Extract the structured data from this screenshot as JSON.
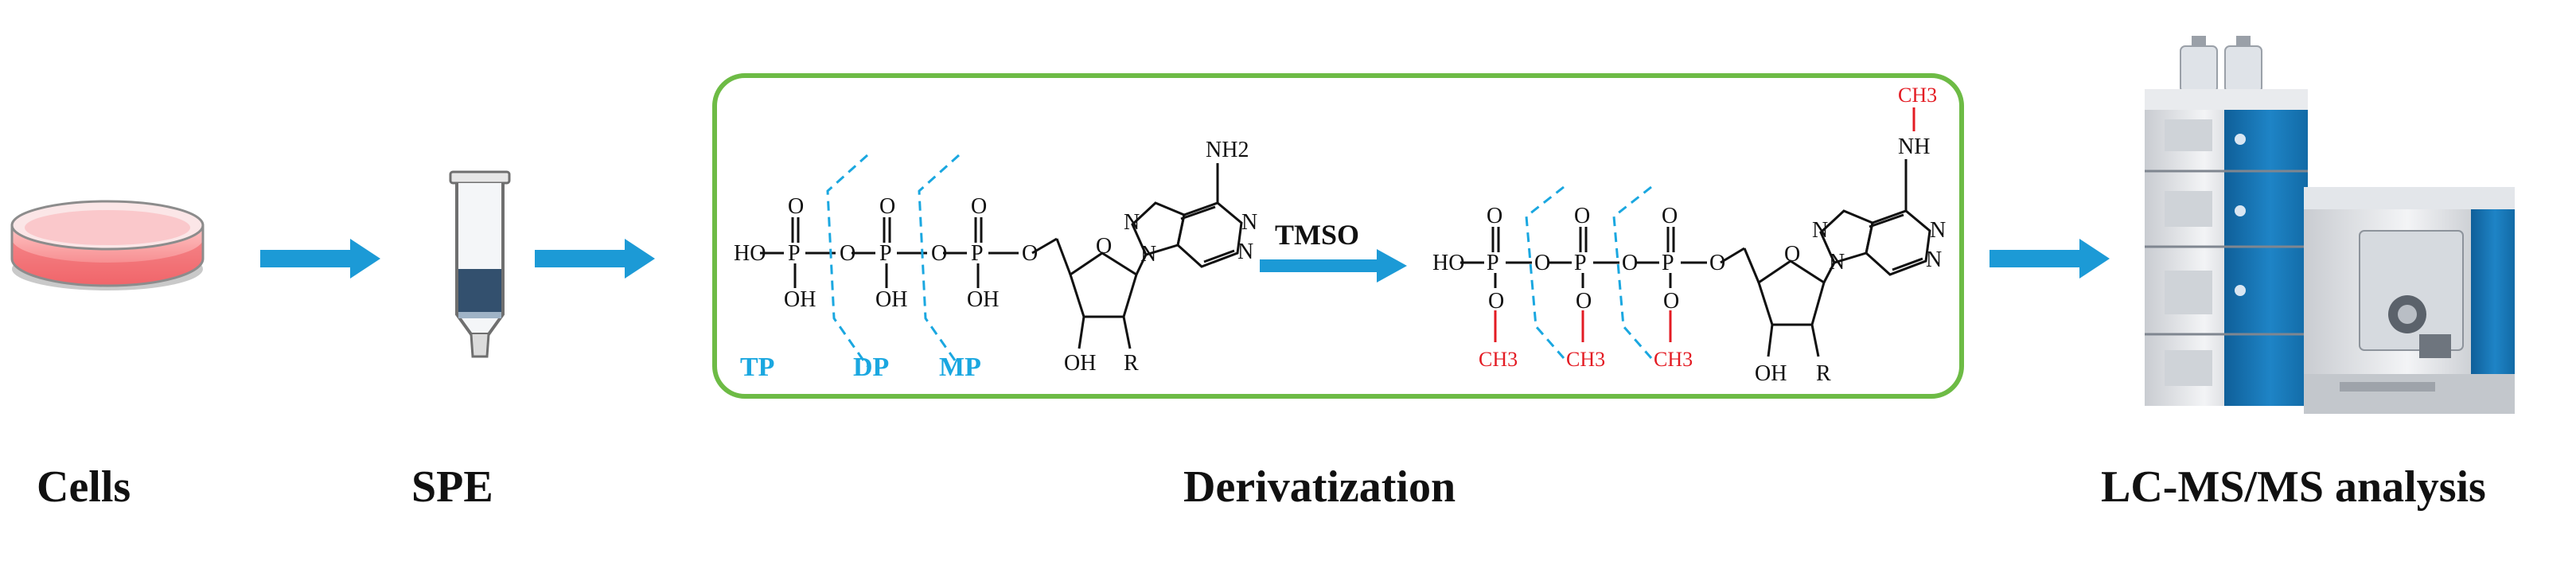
{
  "colors": {
    "arrow": "#1c9ad6",
    "box": "#6dbb45",
    "methyl": "#e31b23",
    "cleavage": "#1aa7e0",
    "ink": "#111111"
  },
  "workflow": {
    "steps": [
      "Cells",
      "SPE",
      "Derivatization",
      "LC-MS/MS analysis"
    ]
  },
  "reaction": {
    "reagent": "TMSO",
    "cleavage_labels": [
      "TP",
      "DP",
      "MP"
    ],
    "reactant": {
      "amine": "NH2",
      "phosphate_o": "O",
      "hydroxyl": "OH",
      "terminal_ho": "HO",
      "bridge_o": "O",
      "ring_o": "O",
      "ring_n": "N",
      "sugar_oh": "OH",
      "sugar_r": "R"
    },
    "product": {
      "n_methyl": "CH3",
      "amine_nh": "NH",
      "methyl": "CH3",
      "phosphate_o": "O",
      "terminal_ho": "HO",
      "bridge_o": "O",
      "ring_o": "O",
      "ring_n": "N",
      "sugar_oh": "OH",
      "sugar_r": "R"
    }
  },
  "icons": [
    "petri-dish-icon",
    "spe-cartridge-icon",
    "lc-ms-instrument-icon"
  ]
}
